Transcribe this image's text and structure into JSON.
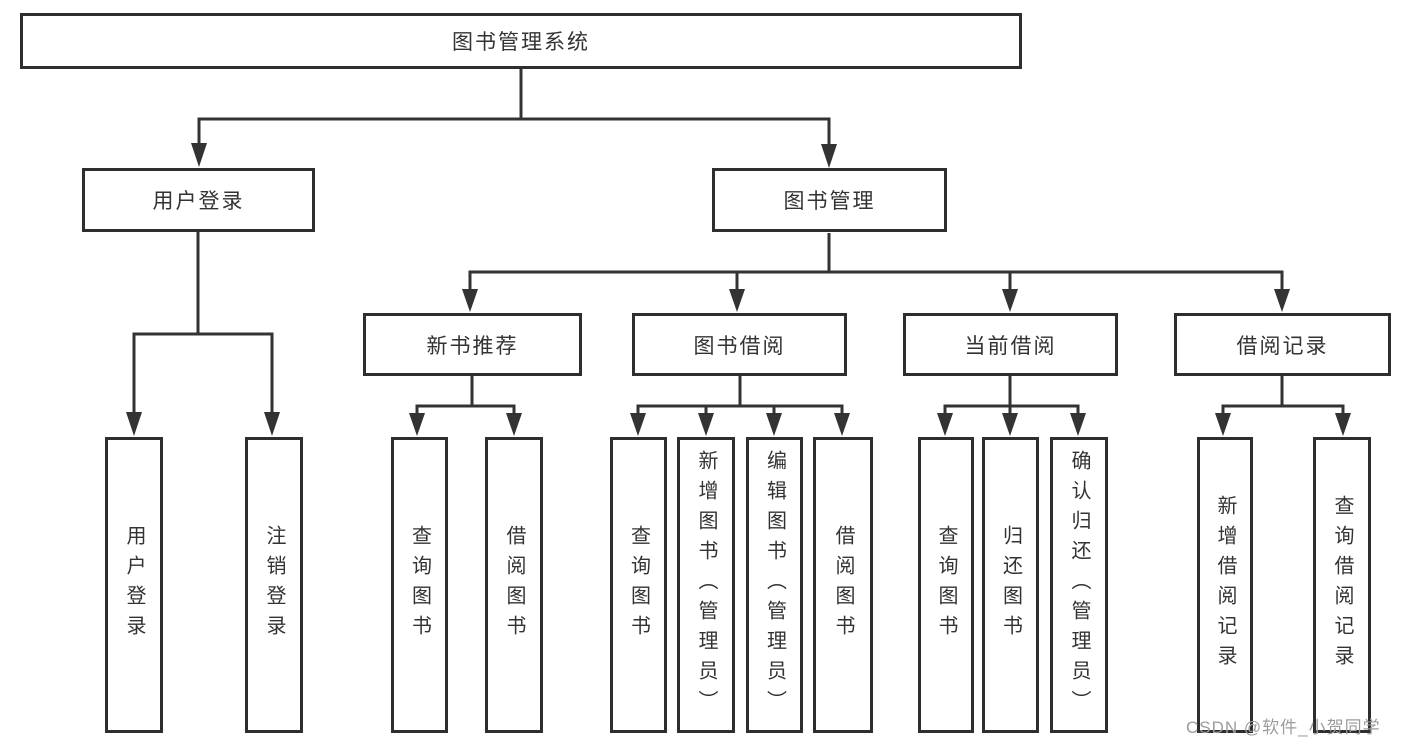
{
  "diagram": {
    "root": {
      "label": "图书管理系统"
    },
    "level2": {
      "user_login": {
        "label": "用户登录",
        "children": [
          "用户登录",
          "注销登录"
        ]
      },
      "book_mgmt": {
        "label": "图书管理",
        "sections": {
          "new_books": {
            "label": "新书推荐",
            "children": [
              "查询图书",
              "借阅图书"
            ]
          },
          "book_borrow": {
            "label": "图书借阅",
            "children": [
              "查询图书",
              "新增图书（管理员）",
              "编辑图书（管理员）",
              "借阅图书"
            ]
          },
          "current_borrow": {
            "label": "当前借阅",
            "children": [
              "查询图书",
              "归还图书",
              "确认归还（管理员）"
            ]
          },
          "borrow_records": {
            "label": "借阅记录",
            "children": [
              "新增借阅记录",
              "查询借阅记录"
            ]
          }
        }
      }
    }
  },
  "watermark": {
    "text": "CSDN @软件_小贺同学"
  },
  "colors": {
    "line": "#333333",
    "box_border": "#2e2e2e",
    "text": "#333333",
    "watermark": "#9c9c9c",
    "background": "#ffffff"
  }
}
